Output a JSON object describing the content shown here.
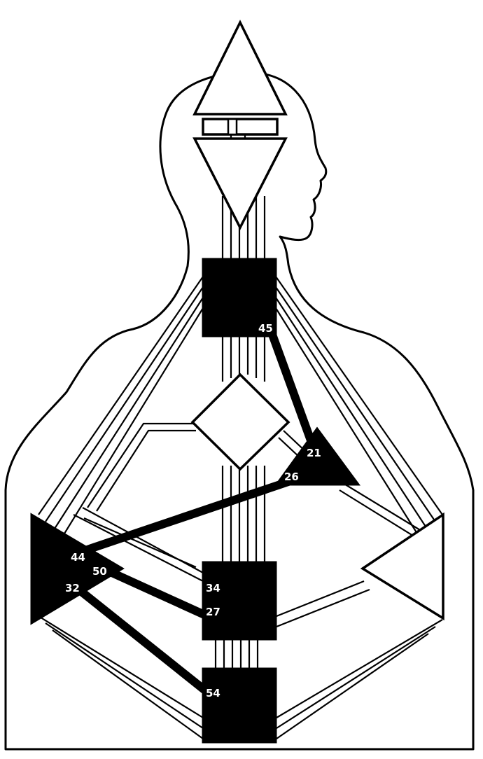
{
  "gates": {
    "g45": "45",
    "g21": "21",
    "g26": "26",
    "g44": "44",
    "g50": "50",
    "g32": "32",
    "g34": "34",
    "g27": "27",
    "g54": "54"
  }
}
